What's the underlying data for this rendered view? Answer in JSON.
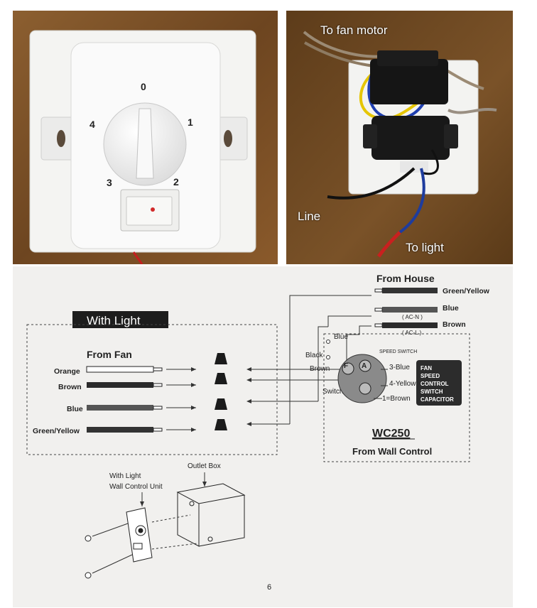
{
  "photo_switch": {
    "dial_numbers": [
      "0",
      "1",
      "2",
      "3",
      "4"
    ]
  },
  "photo_wiring": {
    "label_fan_motor": "To fan motor",
    "label_line": "Line",
    "label_light": "To light"
  },
  "manual": {
    "title": "With Light",
    "from_fan": "From Fan",
    "fan_wires": [
      "Orange",
      "Brown",
      "Blue",
      "Green/Yellow"
    ],
    "from_house": "From House",
    "house_wires": [
      "Green/Yellow",
      "Blue",
      "Brown"
    ],
    "house_sublabels": [
      "( AC-N )",
      "( AC-L )"
    ],
    "switch_labels": {
      "blue": "Blue",
      "black": "Black",
      "brown": "Brown",
      "switch": "Switch",
      "speed_switch": "SPEED SWITCH",
      "terminal_f": "F",
      "terminal_a": "A",
      "speed_3": "3-Blue",
      "speed_4": "4-Yellow",
      "speed_1": "1=Brown"
    },
    "capacitor_lines": [
      "FAN",
      "SPEED",
      "CONTROL",
      "SWITCH",
      "CAPACITOR"
    ],
    "model": "WC250",
    "from_wall_control": "From Wall Control",
    "wall_unit_label_1": "With Light",
    "wall_unit_label_2": "Wall Control Unit",
    "outlet_box": "Outlet Box",
    "page_number": "6"
  }
}
